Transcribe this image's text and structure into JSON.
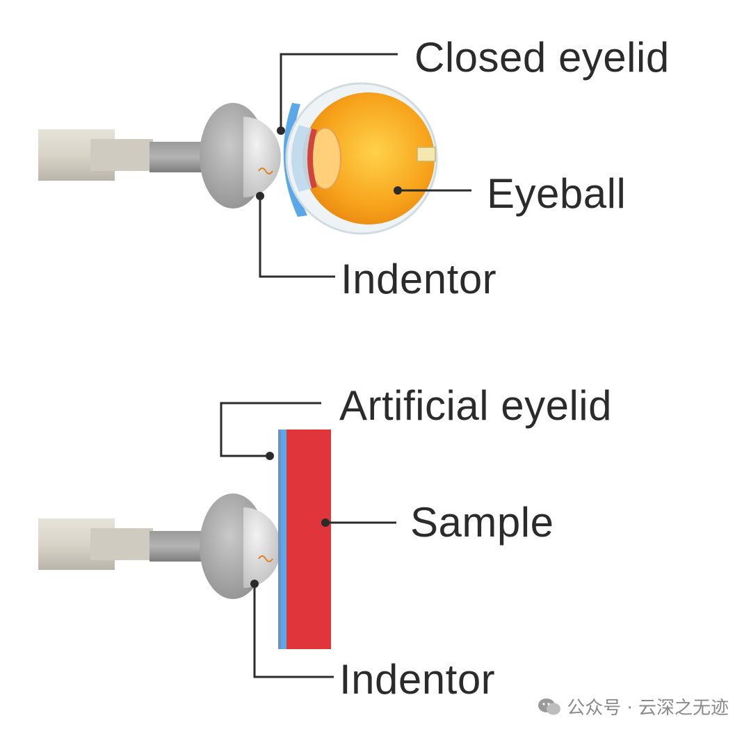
{
  "top_diagram": {
    "labels": {
      "closed_eyelid": "Closed eyelid",
      "eyeball": "Eyeball",
      "indentor": "Indentor"
    }
  },
  "bottom_diagram": {
    "labels": {
      "artificial_eyelid": "Artificial eyelid",
      "sample": "Sample",
      "indentor": "Indentor"
    }
  },
  "watermark": {
    "text": "公众号 · 云深之无迹"
  },
  "colors": {
    "eyelid_blue": "#5aa8e8",
    "sample_red": "#e0353b",
    "indentor_gray": "#a6a6a6",
    "eye_orange": "#f4a01c",
    "leader_line": "#2b2b2b"
  }
}
